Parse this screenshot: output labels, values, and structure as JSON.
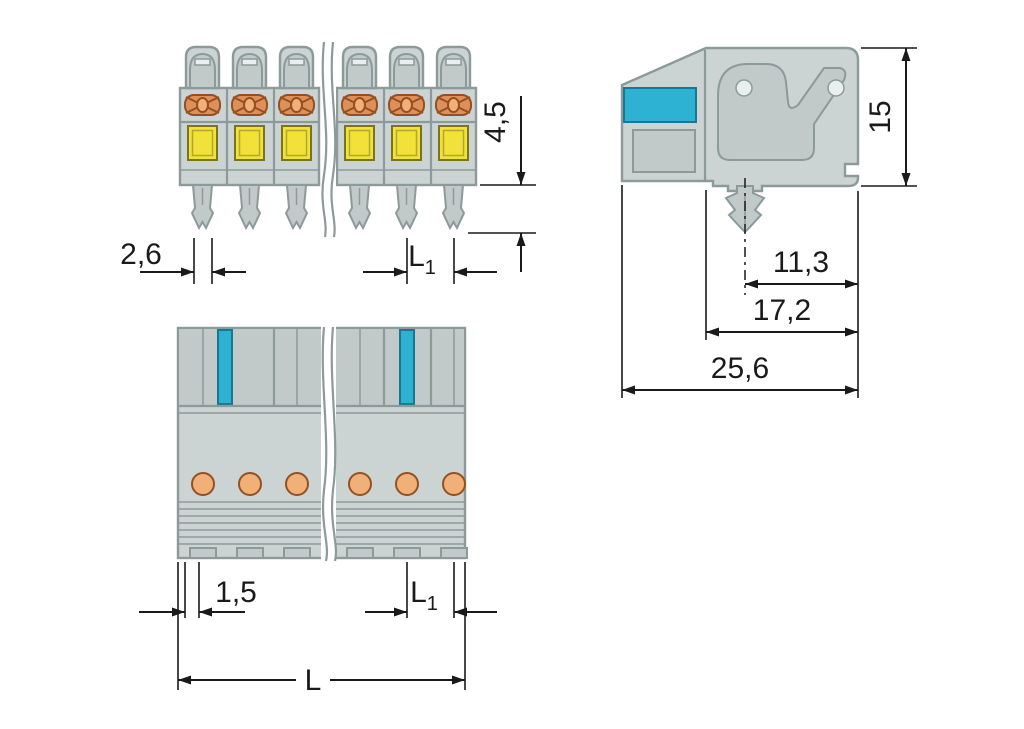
{
  "colors": {
    "outline": "#8d9a9a",
    "body": "#ccd3d3",
    "body2": "#c1c9c9",
    "cyan": "#2eb2d3",
    "cyanline": "#19788f",
    "yellow": "#f2e138",
    "yellowline": "#7a7420",
    "orange": "#df9058",
    "orange2": "#f0b078",
    "orangeline": "#945022"
  },
  "diagram": {
    "dims": {
      "front_offset": "2,6",
      "front_pin_length": "4,5",
      "pitch_main": "L",
      "pitch_sub": "1",
      "side_height": "15",
      "side_pin_to_edge": "11,3",
      "side_housing_depth": "17,2",
      "side_total_depth": "25,6",
      "bottom_wall": "1,5",
      "total_length": "L"
    }
  }
}
